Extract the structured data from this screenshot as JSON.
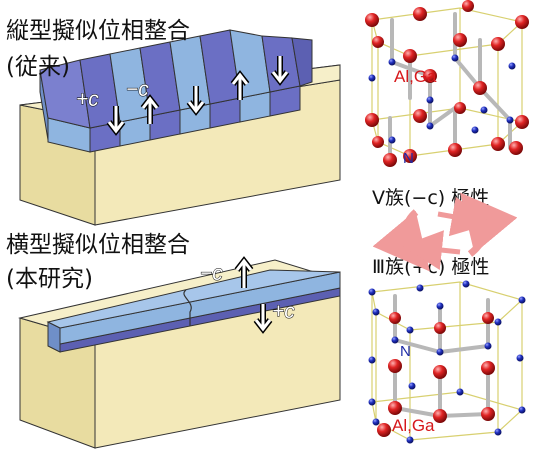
{
  "top_device": {
    "title": "縦型擬似位相整合",
    "subtitle": "(従来)",
    "label_plus_c": "+c",
    "label_minus_c": "−c"
  },
  "bottom_device": {
    "title": "横型擬似位相整合",
    "subtitle": "(本研究)",
    "label_minus_c": "−c",
    "label_plus_c": "+c"
  },
  "polarity": {
    "v_group": "Ⅴ族(−c) 極性",
    "iii_group": "Ⅲ族(+c) 極性"
  },
  "top_crystal": {
    "metal_label": "Al,Ga",
    "nitrogen_label": "N"
  },
  "bottom_crystal": {
    "metal_label": "Al,Ga",
    "nitrogen_label": "N"
  },
  "colors": {
    "substrate": "#f1e7b4",
    "light_domain": "#8fb5e0",
    "dark_domain": "#6b6fc4",
    "metal_atom": "#d81e1e",
    "nitrogen_atom": "#1c2bb0",
    "cycle_arrow": "#f09a9a"
  }
}
